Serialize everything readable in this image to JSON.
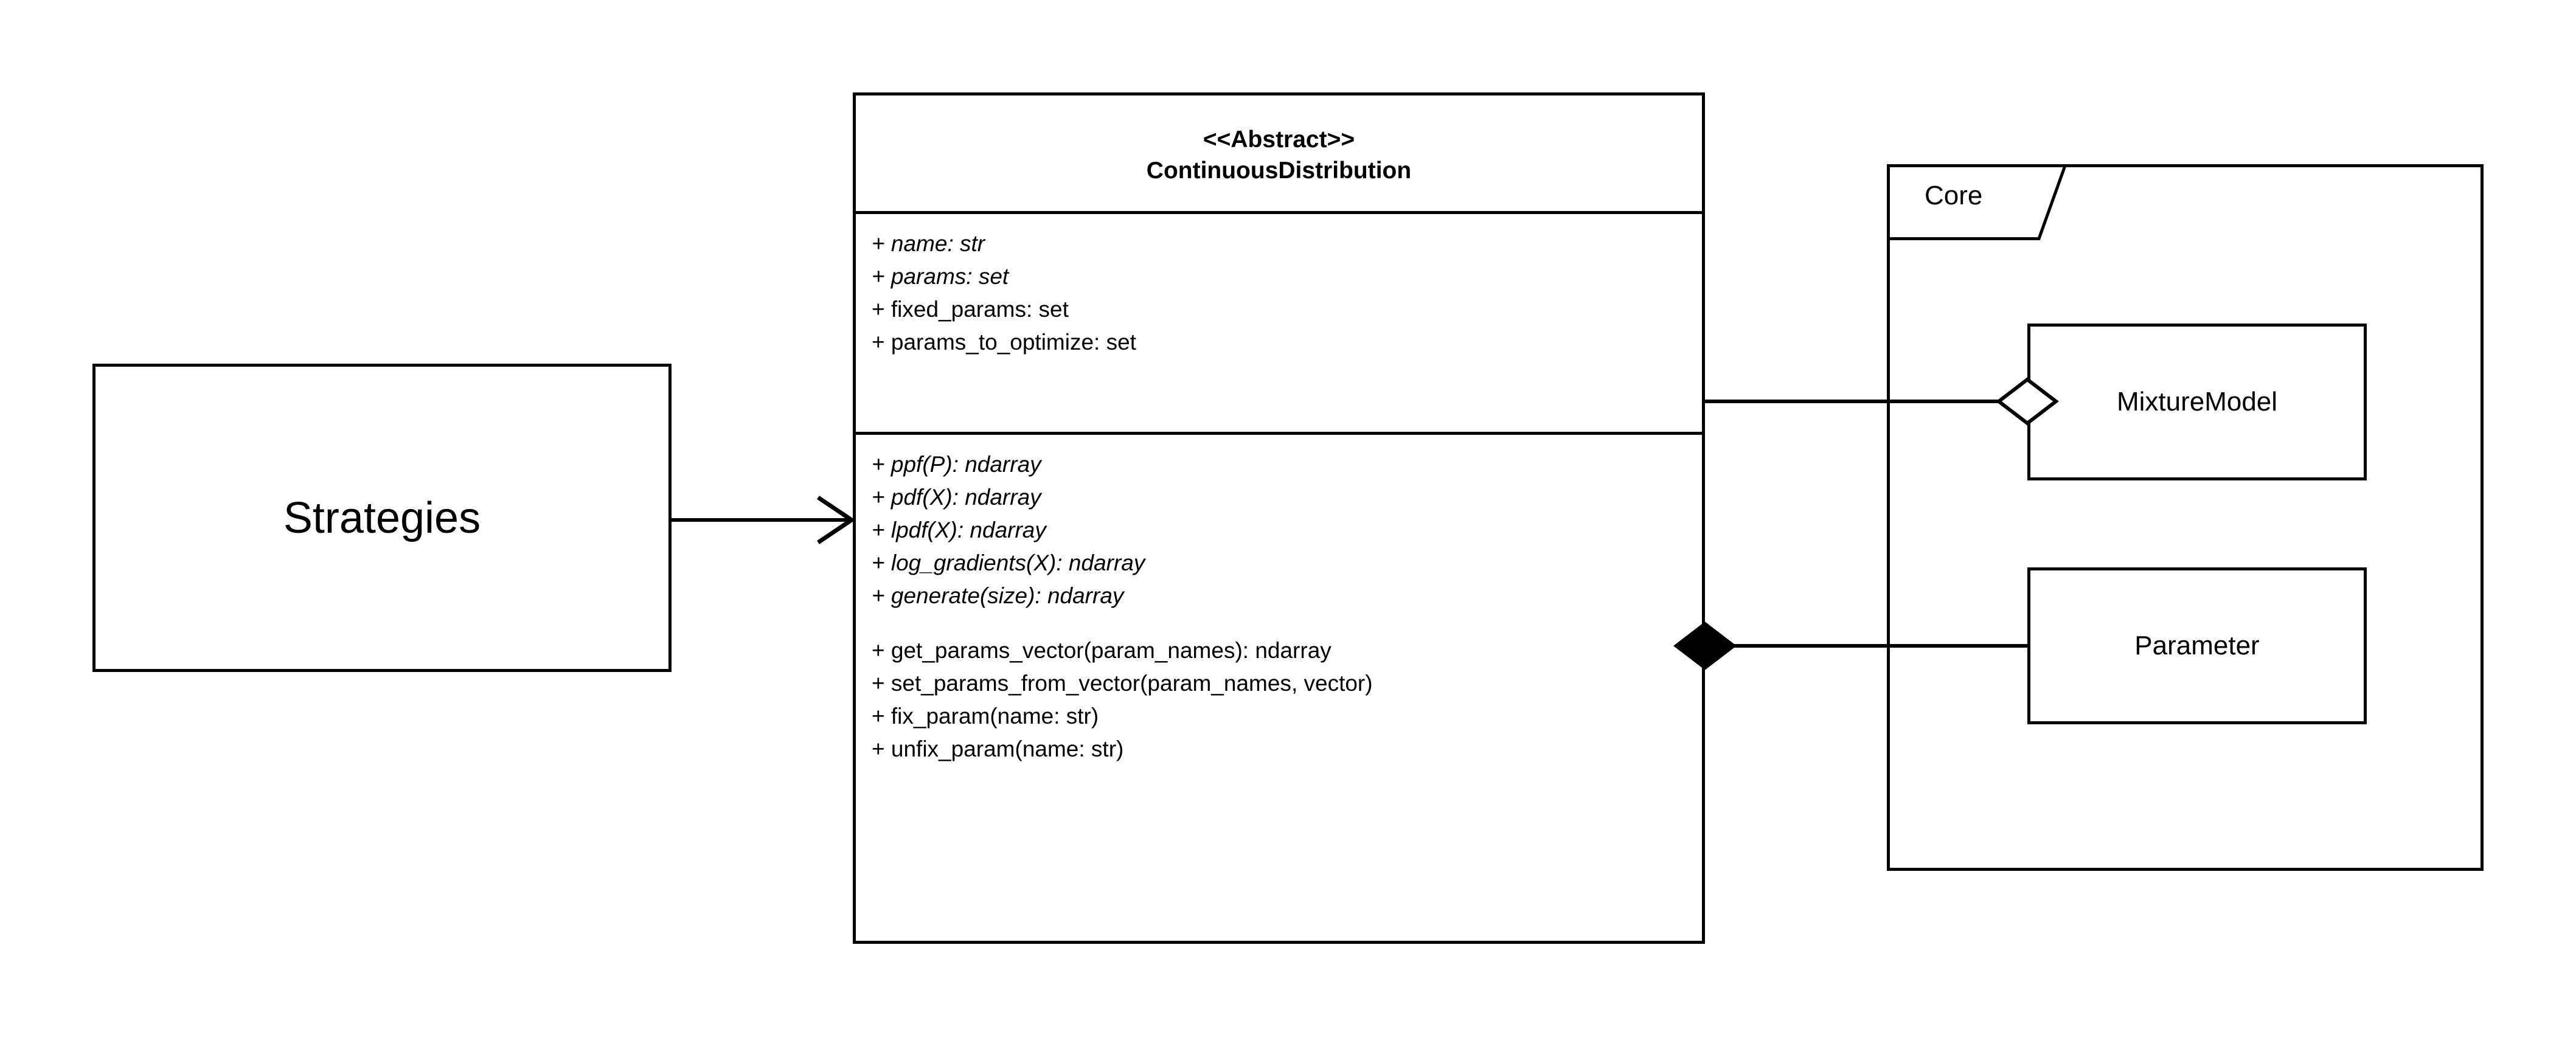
{
  "diagram": {
    "title": "ContinuousDistribution UML class diagram",
    "type": "uml-class-diagram",
    "background": "#ffffff",
    "line_color": "#000000"
  },
  "strategies": {
    "label": "Strategies"
  },
  "continuous_distribution": {
    "stereotype": "<<Abstract>>",
    "name": "ContinuousDistribution",
    "attributes": [
      {
        "text": "+ name: str",
        "abstract": true
      },
      {
        "text": "+ params: set",
        "abstract": true
      },
      {
        "text": "+ fixed_params: set",
        "abstract": false
      },
      {
        "text": "+ params_to_optimize: set",
        "abstract": false
      }
    ],
    "abstract_methods": [
      {
        "text": "+ ppf(P): ndarray",
        "abstract": true
      },
      {
        "text": "+ pdf(X): ndarray",
        "abstract": true
      },
      {
        "text": "+ lpdf(X): ndarray",
        "abstract": true
      },
      {
        "text": "+ log_gradients(X): ndarray",
        "abstract": true
      },
      {
        "text": "+ generate(size): ndarray",
        "abstract": true
      }
    ],
    "concrete_methods": [
      {
        "text": "+ get_params_vector(param_names): ndarray",
        "abstract": false
      },
      {
        "text": "+ set_params_from_vector(param_names, vector)",
        "abstract": false
      },
      {
        "text": "+ fix_param(name: str)",
        "abstract": false
      },
      {
        "text": "+ unfix_param(name: str)",
        "abstract": false
      }
    ]
  },
  "core_package": {
    "label": "Core",
    "classes": [
      {
        "name": "MixtureModel"
      },
      {
        "name": "Parameter"
      }
    ]
  },
  "relationships": [
    {
      "name": "strategies-to-continuousdistribution",
      "kind": "association",
      "from": "Strategies",
      "to": "ContinuousDistribution",
      "end_marker": "open-arrow"
    },
    {
      "name": "continuousdistribution-to-mixturemodel",
      "kind": "aggregation",
      "from": "ContinuousDistribution",
      "to": "MixtureModel",
      "end_marker": "hollow-diamond"
    },
    {
      "name": "continuousdistribution-to-parameter",
      "kind": "composition",
      "from": "ContinuousDistribution",
      "to": "Parameter",
      "end_marker": "filled-diamond"
    }
  ]
}
